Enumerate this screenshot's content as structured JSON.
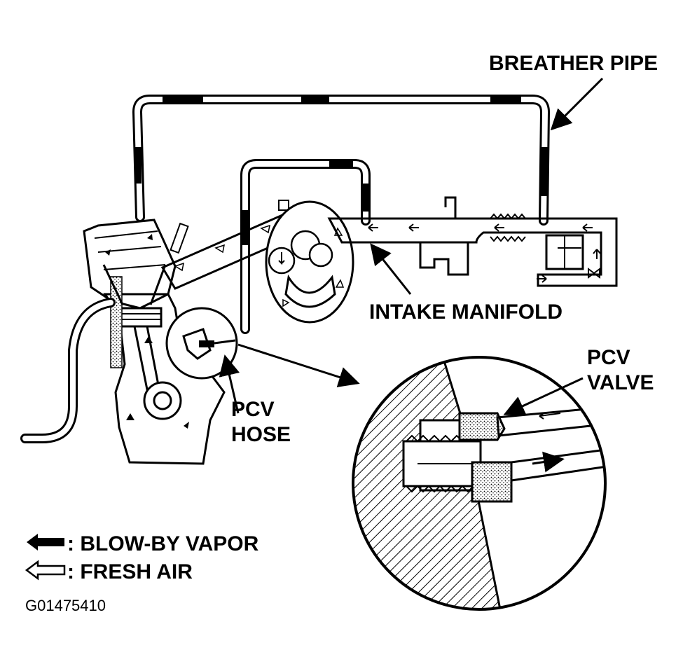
{
  "labels": {
    "breather_pipe": "BREATHER PIPE",
    "intake_manifold": "INTAKE MANIFOLD",
    "pcv_valve_line1": "PCV",
    "pcv_valve_line2": "VALVE",
    "pcv_hose_line1": "PCV",
    "pcv_hose_line2": "HOSE"
  },
  "legend": {
    "blow_by_vapor": ": BLOW-BY VAPOR",
    "fresh_air": ": FRESH AIR"
  },
  "figure_code": "G01475410"
}
